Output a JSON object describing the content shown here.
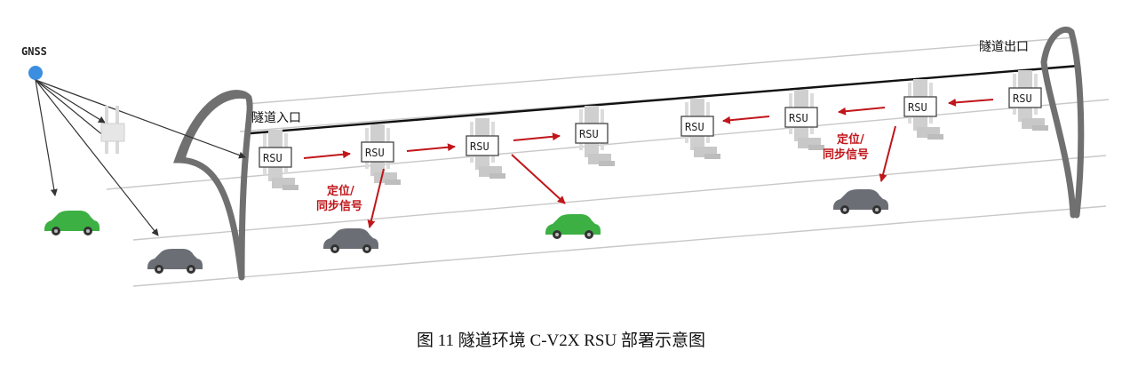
{
  "diagram": {
    "gnss_label": "GNSS",
    "tunnel_entrance_label": "隧道入口",
    "tunnel_exit_label": "隧道出口",
    "rsu_label": "RSU",
    "signal_label_line1": "定位/",
    "signal_label_line2": "同步信号",
    "colors": {
      "arrow_red": "#c0161b",
      "gnss_blue": "#3b8ee0",
      "tunnel_gray": "#707070",
      "car_green": "#3cb043",
      "car_gray": "#6b6f75"
    }
  },
  "caption": "图 11 隧道环境 C-V2X RSU 部署示意图"
}
